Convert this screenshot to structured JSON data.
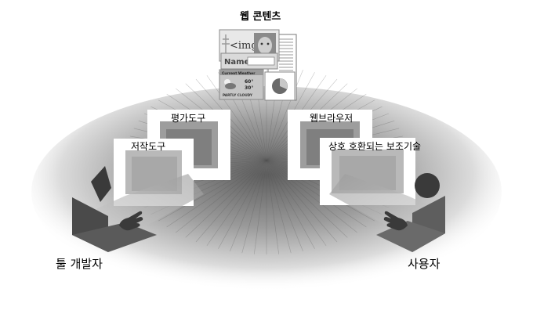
{
  "diagram": {
    "title": "웹 콘텐츠",
    "frames": {
      "evaluation_tools": "평가도구",
      "authoring_tools": "저작도구",
      "web_browser": "웹브라우저",
      "assistive_tech": "상호 호환되는 보조기술"
    },
    "actors": {
      "tool_developer": "툴 개발자",
      "user": "사용자"
    },
    "thumbnail": {
      "img_tag_text": "<img",
      "name_field_label": "Name:",
      "weather_heading": "Current Weather",
      "temp_high": "60°",
      "temp_low": "30°",
      "weather_status": "PARTLY CLOUDY"
    },
    "colors": {
      "glow_center": "#6e6e6e",
      "glow_edge": "#ffffff",
      "panel_gray": "#8f8f8f",
      "screen_dark": "#4a4a4a",
      "frame_white": "#ffffff"
    }
  }
}
